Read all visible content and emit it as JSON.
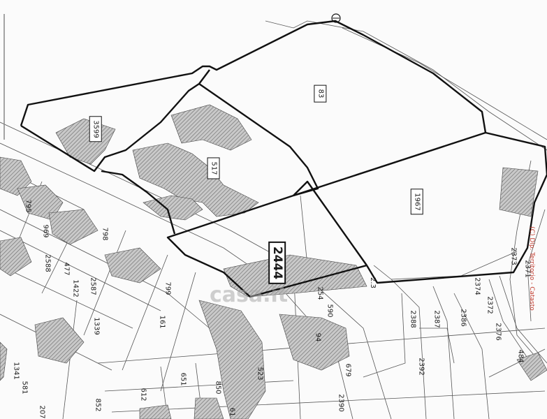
{
  "map": {
    "parcels": [
      {
        "id": "p83",
        "label": "83"
      },
      {
        "id": "p1967",
        "label": "1967"
      },
      {
        "id": "p2444",
        "label": "2444"
      },
      {
        "id": "p517",
        "label": "517"
      },
      {
        "id": "p3599",
        "label": "3599"
      }
    ],
    "labels": {
      "l795": "795",
      "l969": "969",
      "l798": "798",
      "l2588": "2588",
      "l477": "477",
      "l1422": "1422",
      "l2587": "2587",
      "l799": "799",
      "l161": "161",
      "l1339": "1339",
      "l1341": "1341",
      "l581": "581",
      "l2540": "254",
      "l590": "590",
      "l94": "94",
      "l2381": "2.3",
      "l2388": "2388",
      "l2387": "2387",
      "l2386": "2386",
      "l2374": "2374",
      "l2373": "2373",
      "l2371": "2371",
      "l2372": "2372",
      "l2376": "2376",
      "l679": "679",
      "l2392": "2392",
      "l2390": "2390",
      "l651": "651",
      "l850": "850",
      "l523": "523",
      "l612": "612",
      "l852": "852",
      "l484": "484",
      "l207": "207",
      "l61": "61"
    },
    "watermark": "casa.it",
    "side_text": "(C) Dip. Territorio - Catasto"
  }
}
